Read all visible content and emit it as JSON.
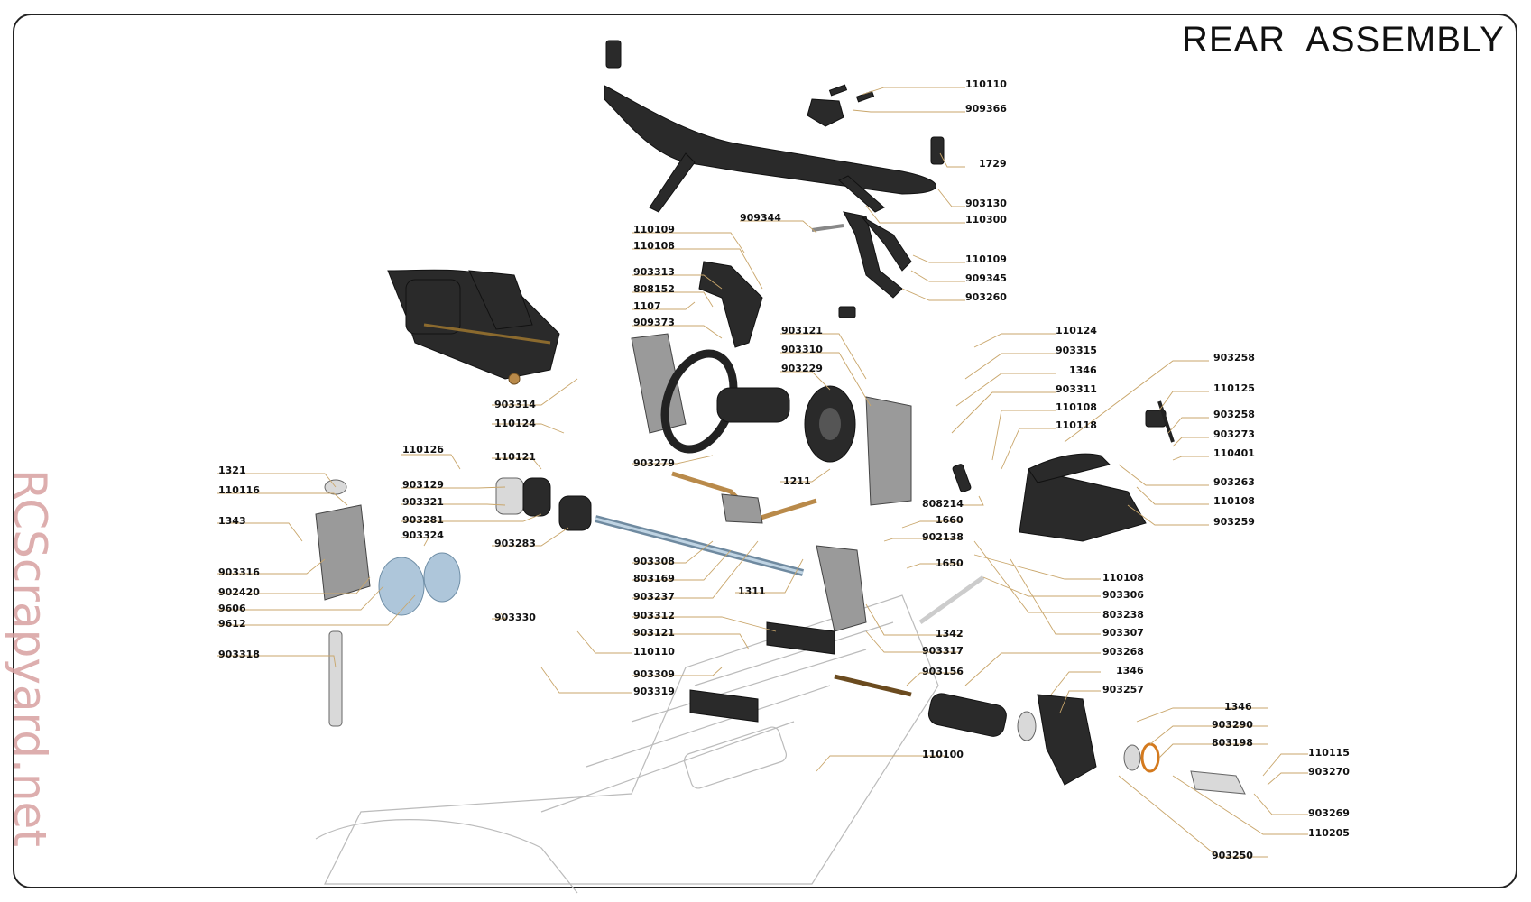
{
  "title": "REAR  ASSEMBLY",
  "watermark": "RCScrapyard.net",
  "labels": [
    "110110",
    "909366",
    "1729",
    "903130",
    "110300",
    "909344",
    "110109",
    "909345",
    "903260",
    "110109",
    "110108",
    "903313",
    "808152",
    "1107",
    "909373",
    "903121",
    "903310",
    "903229",
    "110124",
    "903315",
    "1346",
    "903311",
    "110108",
    "110118",
    "903258",
    "110125",
    "903258",
    "903273",
    "110401",
    "903263",
    "110108",
    "903259",
    "903314",
    "110124",
    "903279",
    "1211",
    "110126",
    "110121",
    "1321",
    "110116",
    "903129",
    "903321",
    "903281",
    "1343",
    "903324",
    "903283",
    "903316",
    "902420",
    "9606",
    "9612",
    "903318",
    "903308",
    "803169",
    "903237",
    "1311",
    "903312",
    "903121",
    "903330",
    "110110",
    "903309",
    "903319",
    "808214",
    "1660",
    "902138",
    "1650",
    "1342",
    "903317",
    "903156",
    "110108",
    "903306",
    "803238",
    "903307",
    "903268",
    "1346",
    "903257",
    "110100",
    "1346",
    "903290",
    "803198",
    "110115",
    "903270",
    "903269",
    "110205",
    "903250"
  ],
  "colors": {
    "leader": "#c9a66b",
    "frame": "#222222",
    "watermark": "#d8a0a0"
  }
}
